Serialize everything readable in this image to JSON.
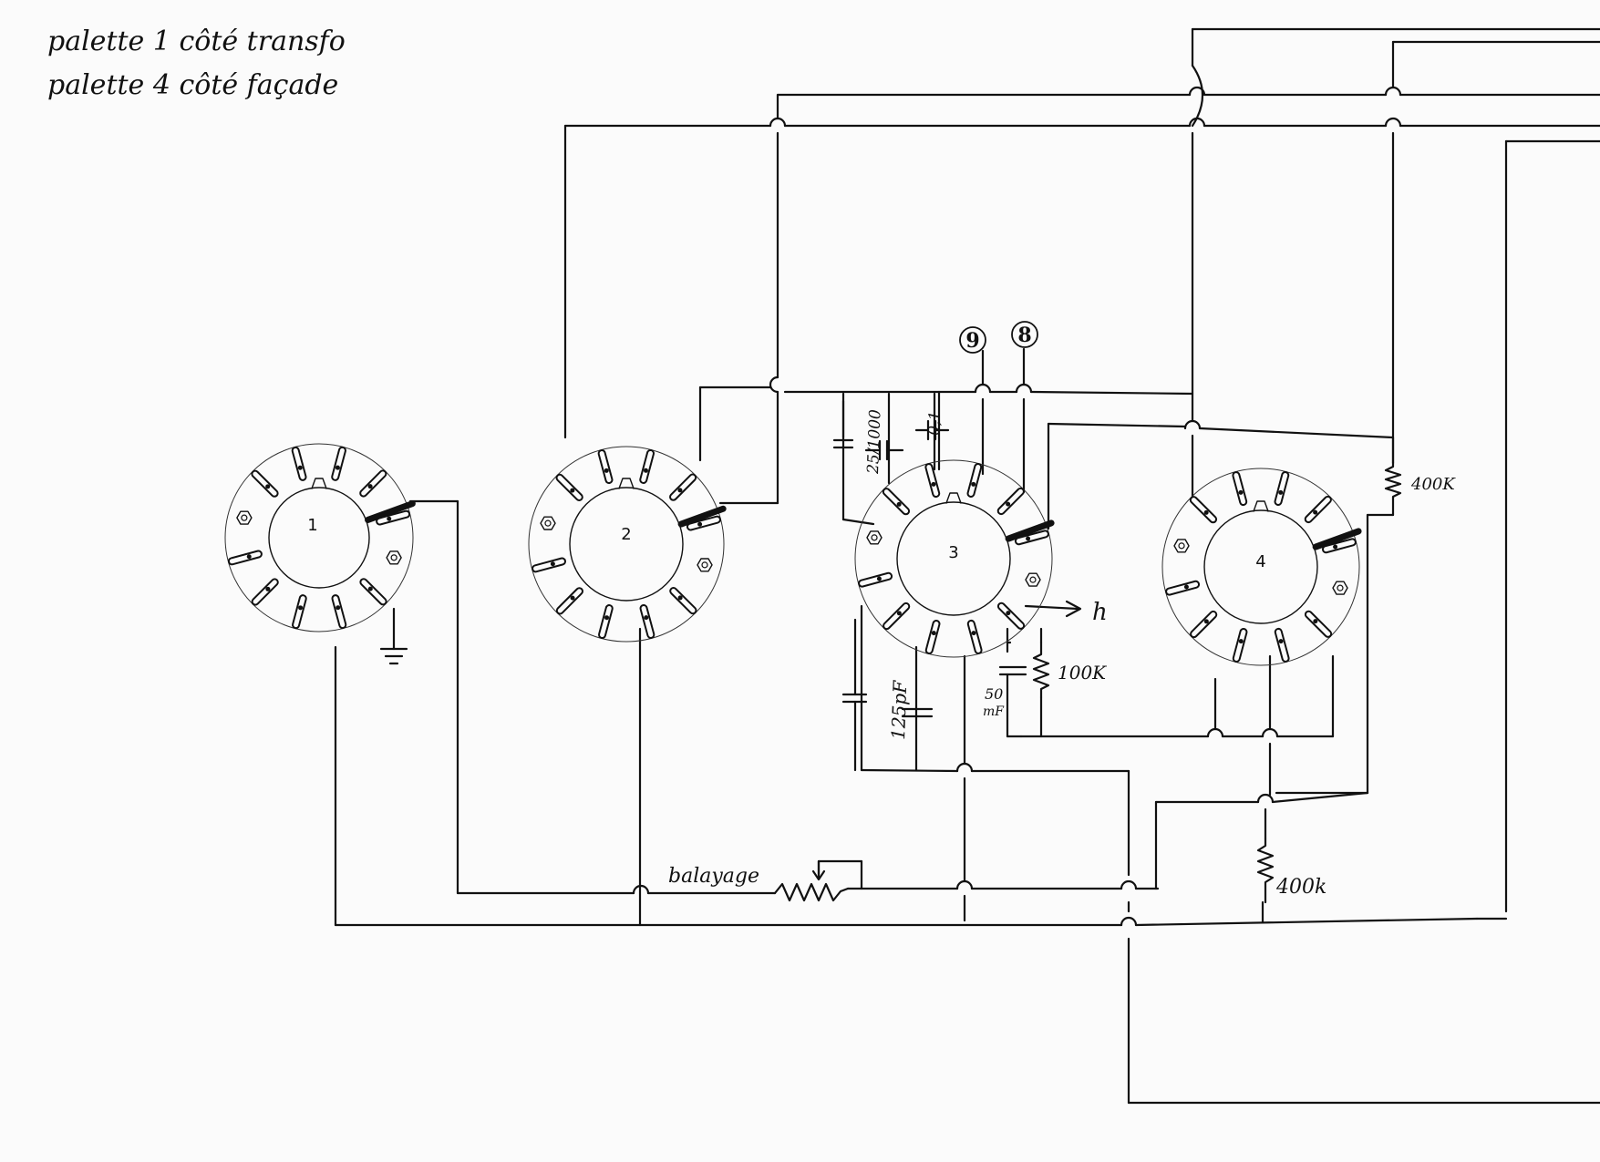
{
  "notes": {
    "line1": "palette 1  côté transfo",
    "line2": "palette 4  côté façade"
  },
  "switches": [
    {
      "label": "1"
    },
    {
      "label": "2"
    },
    {
      "label": "3"
    },
    {
      "label": "4"
    }
  ],
  "terminals": {
    "t9": "9",
    "t8": "8",
    "h": "h"
  },
  "components": {
    "cap_25_1000": "25/1000",
    "cap_0_1": "0,1",
    "cap_125pf": "125pF",
    "cap_50mf_a": "50",
    "cap_50mf_b": "mF",
    "res_100k": "100K",
    "res_400k_top": "400K",
    "res_400k_bottom": "400k",
    "pot_balayage": "balayage"
  }
}
